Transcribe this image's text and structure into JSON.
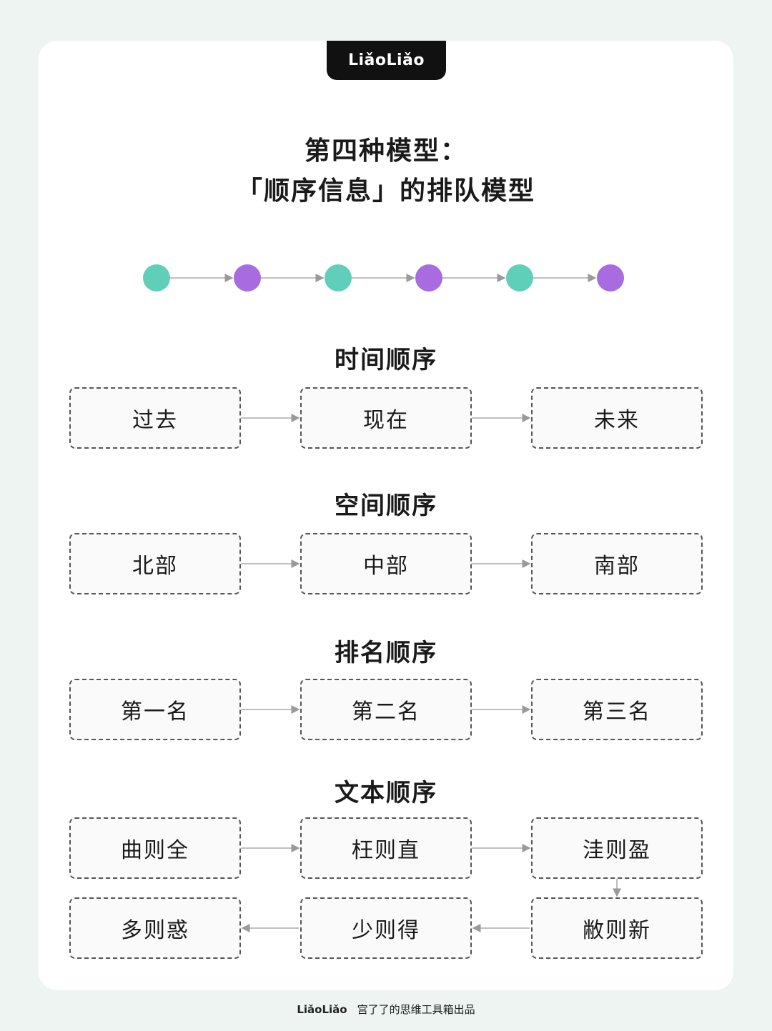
{
  "logo": "LiǎoLiǎo",
  "title_line1": "第四种模型：",
  "title_line2": "「顺序信息」的排队模型",
  "colors": {
    "teal": "#5fcfba",
    "purple": "#a86be0"
  },
  "dots": [
    "teal",
    "purple",
    "teal",
    "purple",
    "teal",
    "purple"
  ],
  "sections": [
    {
      "title": "时间顺序",
      "rows": [
        [
          "过去",
          "现在",
          "未来"
        ]
      ]
    },
    {
      "title": "空间顺序",
      "rows": [
        [
          "北部",
          "中部",
          "南部"
        ]
      ]
    },
    {
      "title": "排名顺序",
      "rows": [
        [
          "第一名",
          "第二名",
          "第三名"
        ]
      ]
    },
    {
      "title": "文本顺序",
      "rows": [
        [
          "曲则全",
          "枉则直",
          "洼则盈"
        ],
        [
          "多则惑",
          "少则得",
          "敝则新"
        ]
      ]
    }
  ],
  "footer": {
    "brand": "LiǎoLiǎo",
    "text": "宫了了的思维工具箱出品"
  }
}
